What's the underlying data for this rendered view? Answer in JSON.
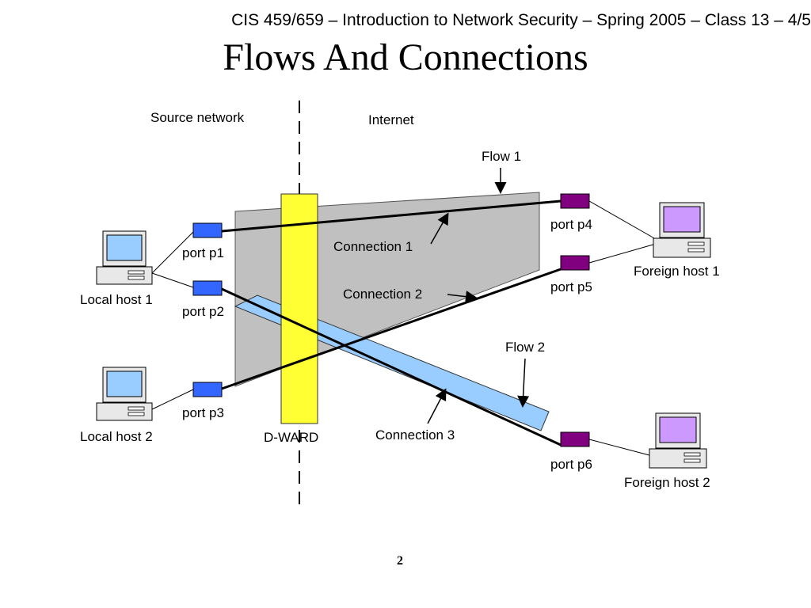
{
  "slide": {
    "header": "CIS 459/659 – Introduction to Network Security – Spring 2005 – Class 13 – 4/5",
    "title": "Flows And Connections",
    "page_number": "2"
  },
  "diagram": {
    "source_network_label": "Source network",
    "internet_label": "Internet",
    "dward_label": "D-WARD",
    "flows": [
      "Flow 1",
      "Flow 2"
    ],
    "connections": [
      "Connection 1",
      "Connection 2",
      "Connection 3"
    ],
    "local_hosts": [
      "Local host 1",
      "Local host 2"
    ],
    "foreign_hosts": [
      "Foreign host 1",
      "Foreign host 2"
    ],
    "local_ports": [
      "port p1",
      "port p2",
      "port p3"
    ],
    "foreign_ports": [
      "port p4",
      "port p5",
      "port p6"
    ]
  },
  "colors": {
    "dward_fill": "#ffff33",
    "flow1_fill": "#c0c0c0",
    "flow2_fill": "#99ccff",
    "local_port": "#3366ff",
    "foreign_port": "#800080",
    "local_host_screen": "#99ccff",
    "foreign_host_screen": "#cc99ff"
  },
  "icons": {
    "local_host": "computer-icon",
    "foreign_host": "computer-icon"
  }
}
